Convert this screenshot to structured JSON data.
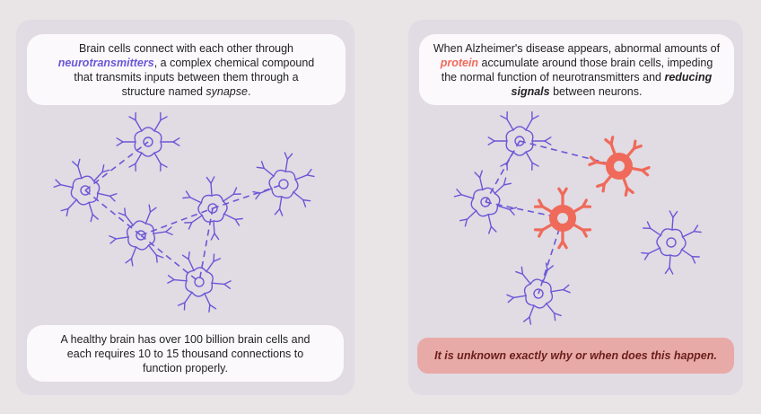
{
  "colors": {
    "healthy_neuron": "#6a57d6",
    "affected_neuron": "#ef6a5a",
    "callout": "#e8aaa6"
  },
  "left_panel": {
    "intro": {
      "t1": "Brain cells connect with each other through",
      "t2": "neurotransmitters",
      "t3": ", a complex chemical compound that transmits inputs between them through a structure named ",
      "t4": "synapse",
      "t5": "."
    },
    "fact": "A healthy brain has over 100 billion brain cells and each requires 10 to 15 thousand connections to function properly."
  },
  "right_panel": {
    "intro": {
      "t1": "When Alzheimer's disease appears, abnormal amounts of ",
      "t2": "protein",
      "t3": " accumulate around those brain cells, impeding the normal function of neurotransmitters and ",
      "t4": "reducing signals",
      "t5": " between neurons."
    },
    "callout": "It is unknown exactly why or when does this happen."
  }
}
